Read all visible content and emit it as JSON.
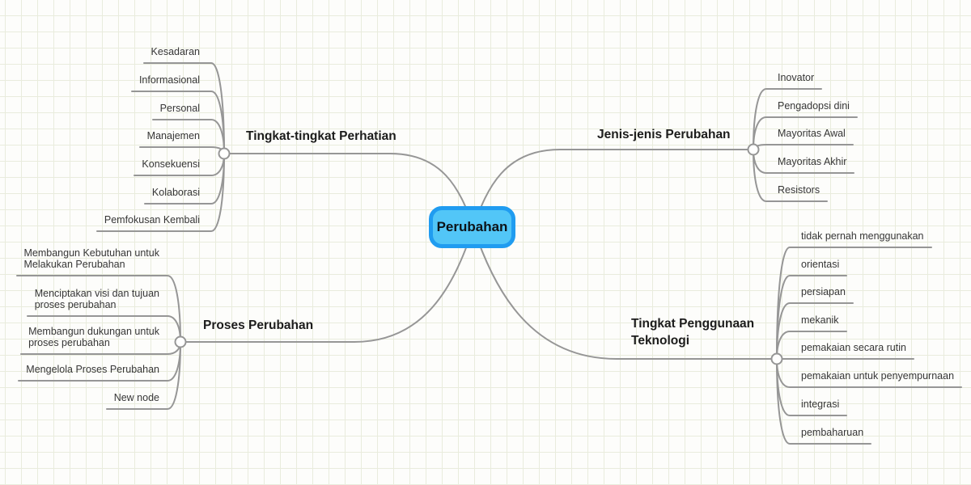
{
  "root": {
    "label": "Perubahan"
  },
  "branches": [
    {
      "label": "Tingkat-tingkat Perhatian",
      "children": [
        "Kesadaran",
        "Informasional",
        "Personal",
        "Manajemen",
        "Konsekuensi",
        "Kolaborasi",
        "Pemfokusan Kembali"
      ]
    },
    {
      "label": "Jenis-jenis Perubahan",
      "children": [
        "Inovator",
        "Pengadopsi dini",
        "Mayoritas Awal",
        "Mayoritas Akhir",
        "Resistors"
      ]
    },
    {
      "label": "Proses Perubahan",
      "children": [
        "Membangun Kebutuhan untuk\nMelakukan Perubahan",
        "Menciptakan visi dan tujuan\nproses perubahan",
        "Membangun dukungan untuk\nproses perubahan",
        "Mengelola Proses Perubahan",
        "New node"
      ]
    },
    {
      "label": "Tingkat Penggunaan\nTeknologi",
      "children": [
        "tidak pernah menggunakan",
        "orientasi",
        "persiapan",
        "mekanik",
        "pemakaian secara rutin",
        "pemakaian untuk penyempurnaan",
        "integrasi",
        "pembaharuan"
      ]
    }
  ],
  "colors": {
    "root_fill": "#52C6F7",
    "root_border": "#209CF0",
    "connector": "#969696",
    "grid_line": "#E9ECDD",
    "canvas_background": "#FDFDFB",
    "child_text": "#363636",
    "heading_text": "#1C1C1C"
  }
}
